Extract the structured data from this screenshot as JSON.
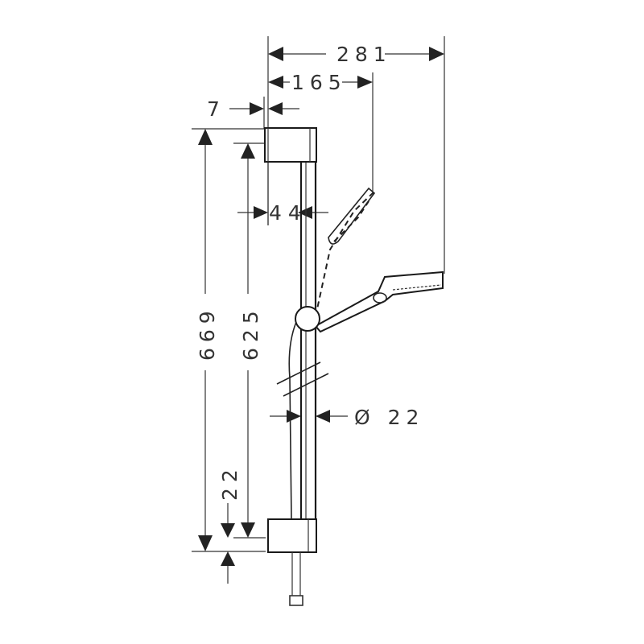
{
  "drawing": {
    "title": "Shower rail set technical dimension drawing",
    "units": "mm",
    "colors": {
      "line": "#222222",
      "text": "#333333",
      "background": "#ffffff"
    },
    "dimensions": {
      "overall_projection": "281",
      "handshower_projection": "165",
      "wall_bracket_offset": "7",
      "rail_to_wall": "44",
      "total_height": "669",
      "bracket_centers": "625",
      "rail_diameter": "Ø 22",
      "bottom_bracket_offset": "22"
    }
  }
}
